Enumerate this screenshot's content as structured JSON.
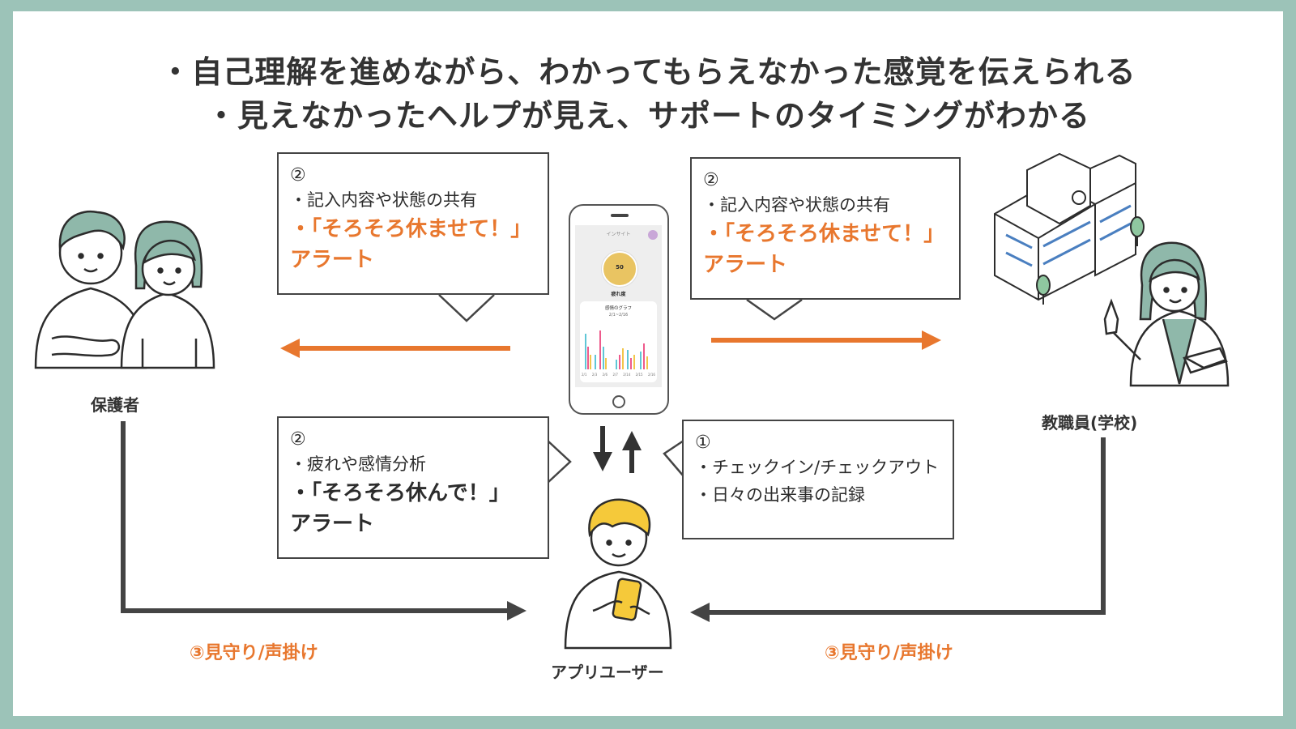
{
  "title": {
    "line1": "・自己理解を進めながら、わかってもらえなかった感覚を伝えられる",
    "line2": "・見えなかったヘルプが見え、サポートのタイミングがわかる"
  },
  "box_parent": {
    "num": "②",
    "line1": "・記入内容や状態の共有",
    "line2": "・「そろそろ休ませて！」",
    "line3": "アラート"
  },
  "box_teacher": {
    "num": "②",
    "line1": "・記入内容や状態の共有",
    "line2": "・「そろそろ休ませて！」",
    "line3": "アラート"
  },
  "box_user": {
    "num": "②",
    "line1": "・疲れや感情分析",
    "line2": "・「そろそろ休んで！」",
    "line3": "アラート"
  },
  "box_checkin": {
    "num": "①",
    "line1": "・チェックイン/チェックアウト",
    "line2": "・日々の出来事の記録"
  },
  "phone": {
    "app_title": "インサイト",
    "gauge_value": "50",
    "gauge_caption": "疲れ度",
    "card_title": "感情のグラフ",
    "card_range": "2/1~2/16",
    "x_ticks": [
      "2/1",
      "2/3",
      "2/6",
      "2/7",
      "2/14",
      "2/15",
      "2/16"
    ]
  },
  "labels": {
    "parent": "保護者",
    "teacher": "教職員(学校)",
    "user": "アプリユーザー"
  },
  "watch_left": "③見守り/声掛け",
  "watch_right": "③見守り/声掛け",
  "colors": {
    "accent": "#e8772e",
    "frame": "#9cc3b8",
    "hair": "#8fb8aa",
    "user_hair": "#f5c93a",
    "gauge": "#e9c462"
  }
}
